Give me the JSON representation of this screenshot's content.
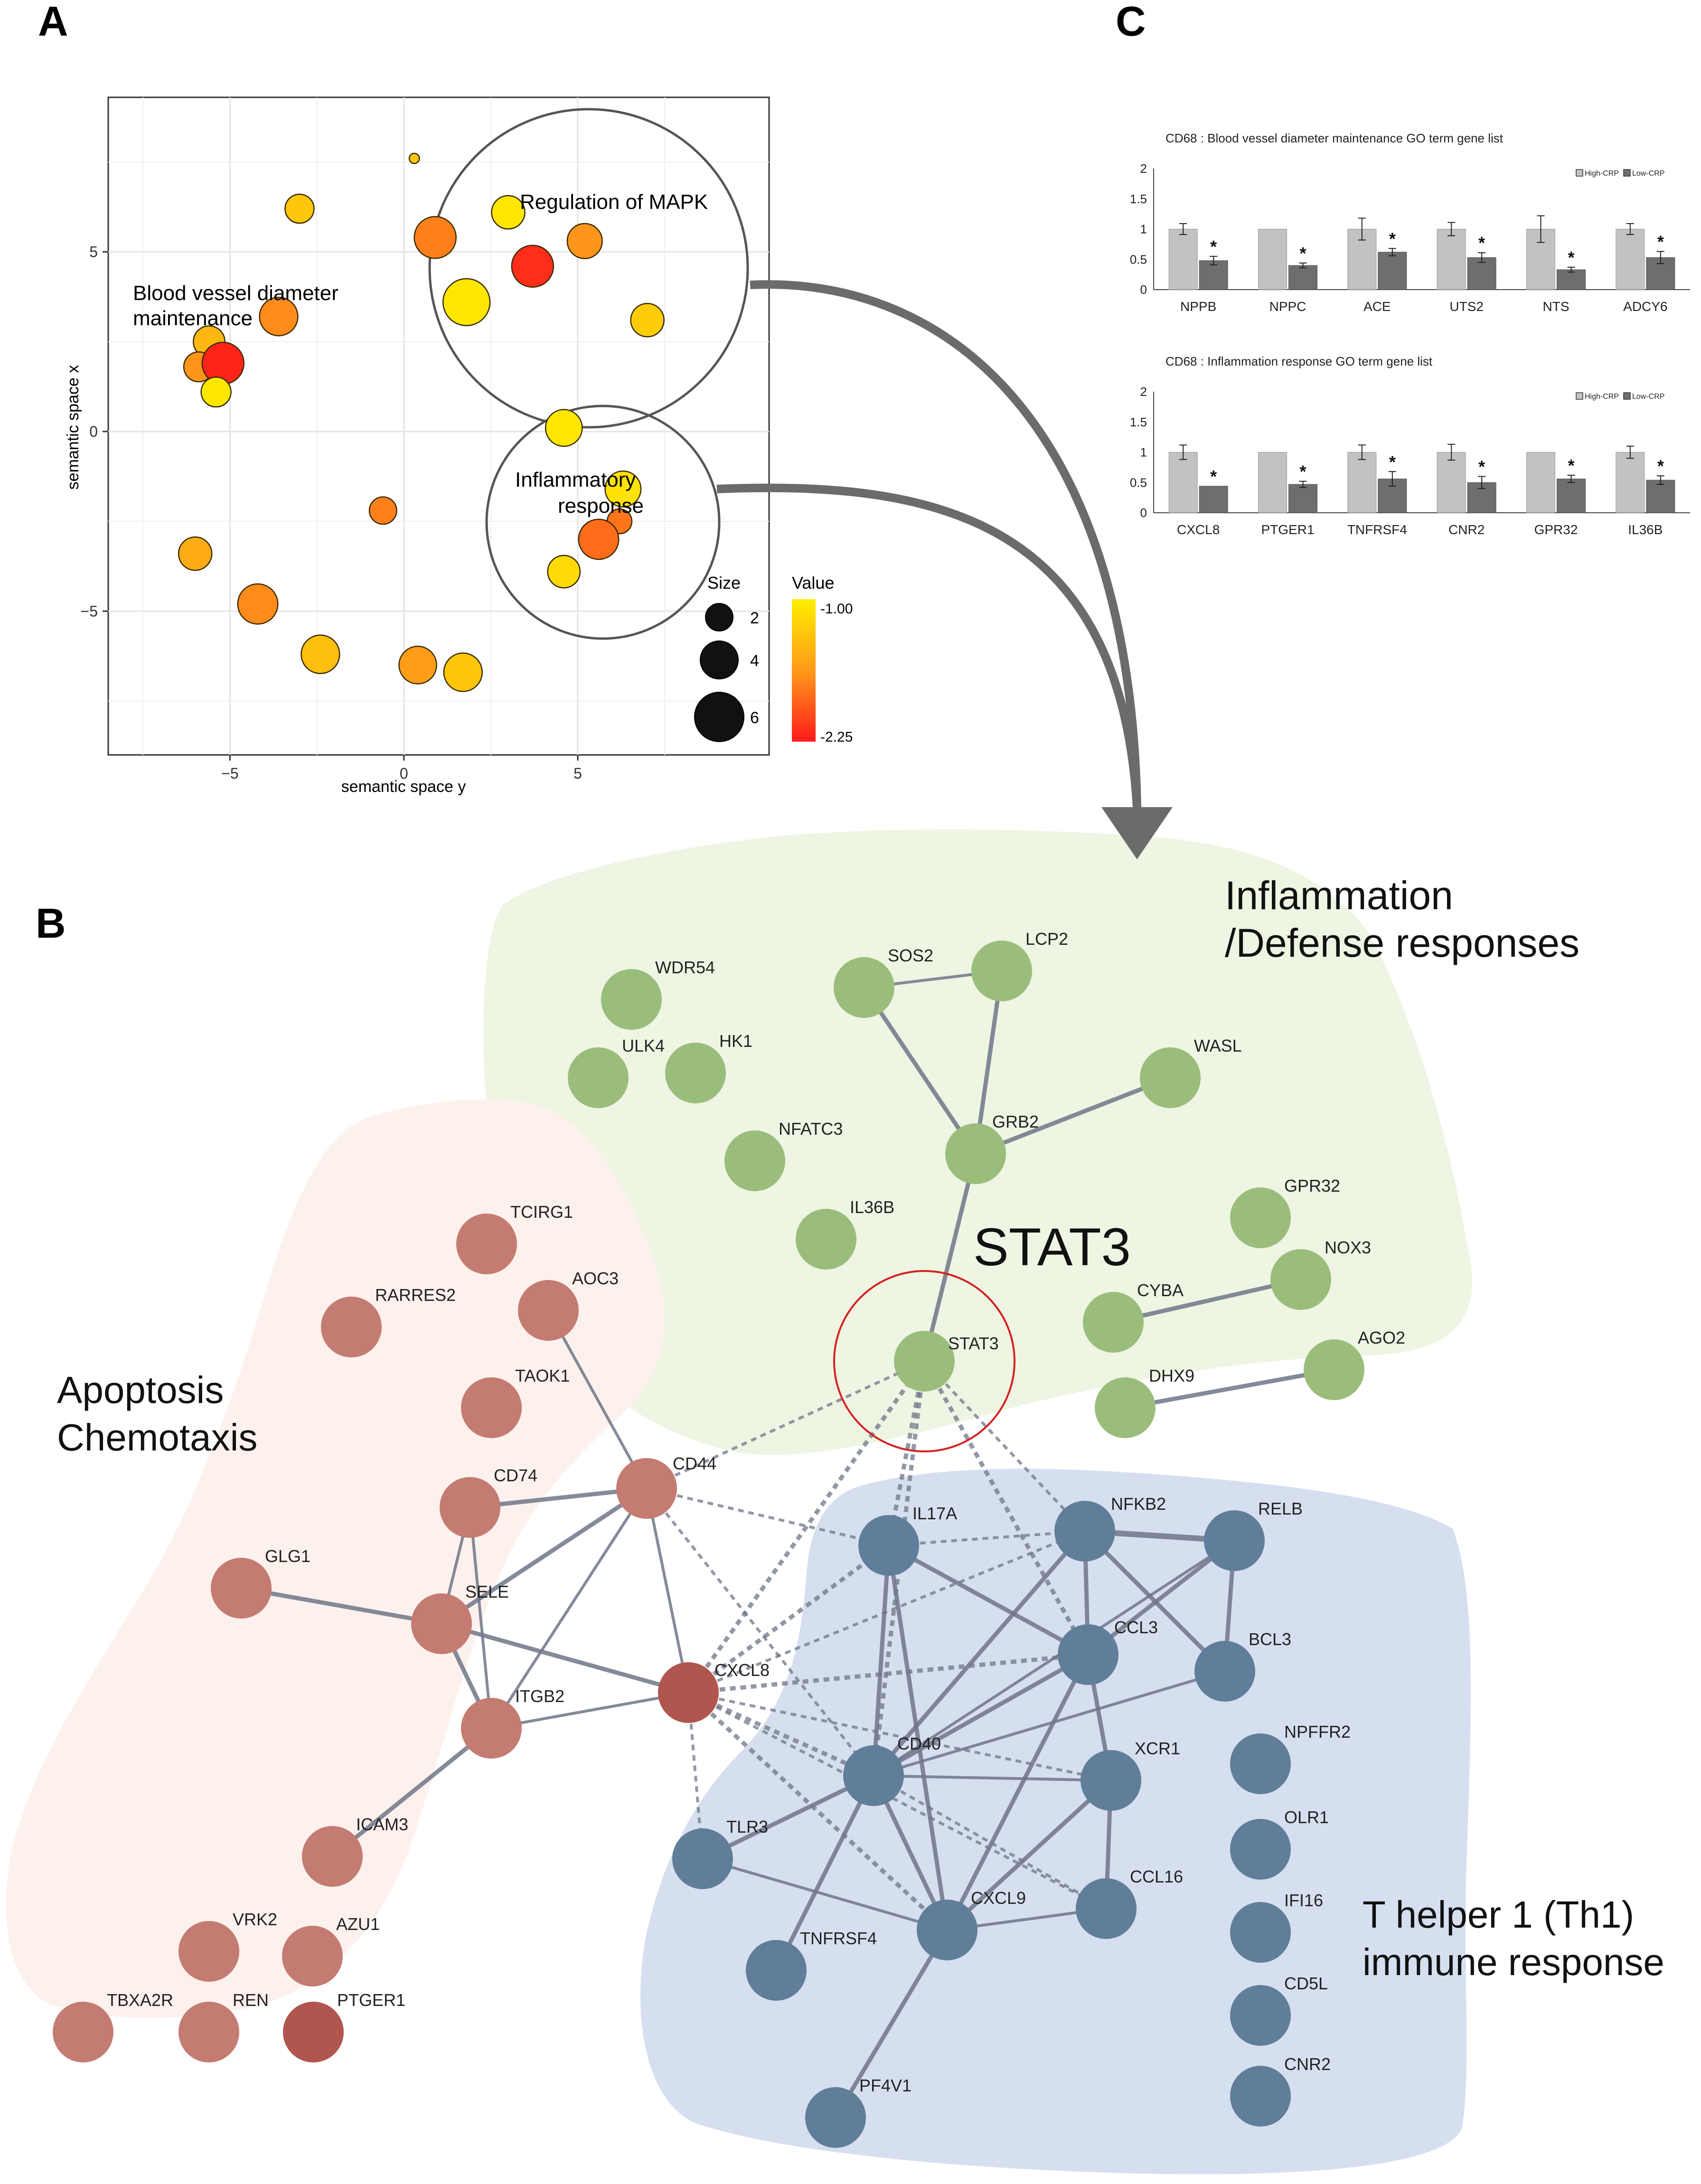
{
  "panels": {
    "a": {
      "label": "A"
    },
    "b": {
      "label": "B"
    },
    "c": {
      "label": "C"
    }
  },
  "bubble_plot": {
    "xlabel": "semantic space y",
    "ylabel": "semantic space x",
    "x_ticks": [
      "−5",
      "0",
      "5"
    ],
    "y_ticks": [
      "5",
      "0",
      "−5"
    ],
    "clusters": {
      "mapk": "Regulation of MAPK",
      "blood_line1": "Blood vessel diameter",
      "blood_line2": "maintenance",
      "inflam_line1": "Inflammatory",
      "inflam_line2": "response"
    },
    "size_legend": {
      "title": "Size",
      "labels": [
        "2",
        "4",
        "6"
      ]
    },
    "value_legend": {
      "title": "Value",
      "max_label": "-1.00",
      "min_label": "-2.25"
    },
    "colors": {
      "high": "#ffee00",
      "mid": "#ff9a1a",
      "low": "#ff1a1a"
    }
  },
  "chart_data": [
    {
      "type": "scatter",
      "xlabel": "semantic space y",
      "ylabel": "semantic space x",
      "xlim": [
        -8.5,
        10.5
      ],
      "ylim": [
        -9,
        9.3
      ],
      "size_range": [
        2,
        6
      ],
      "value_range": [
        -2.25,
        -1.0
      ],
      "points": [
        {
          "x": 0.3,
          "y": 7.6,
          "size": 0.3,
          "value": -1.3
        },
        {
          "x": -3.0,
          "y": 6.2,
          "size": 2.5,
          "value": -1.3
        },
        {
          "x": 3.0,
          "y": 6.1,
          "size": 3.0,
          "value": -1.05
        },
        {
          "x": 0.9,
          "y": 5.4,
          "size": 4.0,
          "value": -1.75
        },
        {
          "x": 5.2,
          "y": 5.3,
          "size": 3.2,
          "value": -1.65
        },
        {
          "x": 3.7,
          "y": 4.6,
          "size": 4.0,
          "value": -2.15
        },
        {
          "x": 1.8,
          "y": 3.6,
          "size": 4.6,
          "value": -1.05
        },
        {
          "x": 7.0,
          "y": 3.1,
          "size": 3.0,
          "value": -1.25
        },
        {
          "x": -3.6,
          "y": 3.2,
          "size": 3.6,
          "value": -1.7
        },
        {
          "x": -5.6,
          "y": 2.5,
          "size": 2.8,
          "value": -1.4
        },
        {
          "x": -5.9,
          "y": 1.8,
          "size": 2.6,
          "value": -1.65
        },
        {
          "x": -5.2,
          "y": 1.9,
          "size": 4.0,
          "value": -2.2
        },
        {
          "x": -5.4,
          "y": 1.1,
          "size": 2.6,
          "value": -1.05
        },
        {
          "x": 4.6,
          "y": 0.1,
          "size": 3.4,
          "value": -1.05
        },
        {
          "x": 6.3,
          "y": -1.6,
          "size": 3.3,
          "value": -1.1
        },
        {
          "x": -0.6,
          "y": -2.2,
          "size": 2.3,
          "value": -1.75
        },
        {
          "x": 6.2,
          "y": -2.5,
          "size": 2.0,
          "value": -1.8
        },
        {
          "x": 5.6,
          "y": -3.0,
          "size": 3.8,
          "value": -1.85
        },
        {
          "x": 4.6,
          "y": -3.9,
          "size": 2.9,
          "value": -1.15
        },
        {
          "x": -6.0,
          "y": -3.4,
          "size": 3.0,
          "value": -1.5
        },
        {
          "x": -4.2,
          "y": -4.8,
          "size": 3.8,
          "value": -1.7
        },
        {
          "x": -2.4,
          "y": -6.2,
          "size": 3.6,
          "value": -1.35
        },
        {
          "x": 0.4,
          "y": -6.5,
          "size": 3.5,
          "value": -1.6
        },
        {
          "x": 1.7,
          "y": -6.7,
          "size": 3.6,
          "value": -1.3
        }
      ]
    },
    {
      "type": "bar",
      "title": "CD68 : Blood vessel diameter maintenance GO term gene list",
      "categories": [
        "NPPB",
        "NPPC",
        "ACE",
        "UTS2",
        "NTS",
        "ADCY6"
      ],
      "ylim": [
        0,
        2
      ],
      "y_ticks": [
        "0",
        "0.5",
        "1",
        "1.5",
        "2"
      ],
      "series": [
        {
          "name": "High-CRP",
          "values": [
            1.0,
            1.0,
            1.0,
            1.0,
            1.0,
            1.0
          ],
          "errors": [
            0.09,
            0.0,
            0.18,
            0.11,
            0.22,
            0.09
          ]
        },
        {
          "name": "Low-CRP",
          "values": [
            0.48,
            0.4,
            0.62,
            0.53,
            0.33,
            0.53
          ],
          "errors": [
            0.07,
            0.04,
            0.06,
            0.08,
            0.04,
            0.1
          ]
        }
      ],
      "significance": [
        "*",
        "*",
        "*",
        "*",
        "*",
        "*"
      ]
    },
    {
      "type": "bar",
      "title": "CD68 : Inflammation response GO term gene list",
      "categories": [
        "CXCL8",
        "PTGER1",
        "TNFRSF4",
        "CNR2",
        "GPR32",
        "IL36B"
      ],
      "ylim": [
        0,
        2
      ],
      "y_ticks": [
        "0",
        "0.5",
        "1",
        "1.5",
        "2"
      ],
      "series": [
        {
          "name": "High-CRP",
          "values": [
            1.0,
            1.0,
            1.0,
            1.0,
            1.0,
            1.0
          ],
          "errors": [
            0.12,
            0.0,
            0.12,
            0.13,
            0.0,
            0.1
          ]
        },
        {
          "name": "Low-CRP",
          "values": [
            0.44,
            0.47,
            0.56,
            0.5,
            0.56,
            0.54
          ],
          "errors": [
            0.0,
            0.05,
            0.12,
            0.1,
            0.06,
            0.07
          ]
        }
      ],
      "significance": [
        "*",
        "*",
        "*",
        "*",
        "*",
        "*"
      ]
    }
  ],
  "network": {
    "region_titles": {
      "inflammation_line1": "Inflammation",
      "inflammation_line2": "/Defense responses",
      "apoptosis_line1": "Apoptosis",
      "apoptosis_line2": "Chemotaxis",
      "th1_line1": "T helper 1 (Th1)",
      "th1_line2": "immune response",
      "hub": "STAT3"
    },
    "colors": {
      "green": "#9bbd7c",
      "red": "#c47b72",
      "red_dark": "#b0564f",
      "blue": "#607e99",
      "green_bg": "#eef5e3",
      "red_bg": "#fcf1ec",
      "blue_bg": "#d6dfef",
      "edge": "#6e7588",
      "hub_ring": "#d42020"
    },
    "nodes": [
      {
        "id": "WDR54",
        "group": "green"
      },
      {
        "id": "ULK4",
        "group": "green"
      },
      {
        "id": "HK1",
        "group": "green"
      },
      {
        "id": "SOS2",
        "group": "green"
      },
      {
        "id": "LCP2",
        "group": "green"
      },
      {
        "id": "WASL",
        "group": "green"
      },
      {
        "id": "NFATC3",
        "group": "green"
      },
      {
        "id": "GRB2",
        "group": "green"
      },
      {
        "id": "IL36B",
        "group": "green"
      },
      {
        "id": "GPR32",
        "group": "green"
      },
      {
        "id": "NOX3",
        "group": "green"
      },
      {
        "id": "CYBA",
        "group": "green"
      },
      {
        "id": "STAT3",
        "group": "green"
      },
      {
        "id": "AGO2",
        "group": "green"
      },
      {
        "id": "DHX9",
        "group": "green"
      },
      {
        "id": "TCIRG1",
        "group": "red"
      },
      {
        "id": "RARRES2",
        "group": "red"
      },
      {
        "id": "AOC3",
        "group": "red"
      },
      {
        "id": "TAOK1",
        "group": "red"
      },
      {
        "id": "CD74",
        "group": "red"
      },
      {
        "id": "CD44",
        "group": "red"
      },
      {
        "id": "GLG1",
        "group": "red"
      },
      {
        "id": "SELE",
        "group": "red"
      },
      {
        "id": "ITGB2",
        "group": "red"
      },
      {
        "id": "CXCL8",
        "group": "red_dark"
      },
      {
        "id": "ICAM3",
        "group": "red"
      },
      {
        "id": "VRK2",
        "group": "red"
      },
      {
        "id": "AZU1",
        "group": "red"
      },
      {
        "id": "TBXA2R",
        "group": "red"
      },
      {
        "id": "REN",
        "group": "red"
      },
      {
        "id": "PTGER1",
        "group": "red_dark"
      },
      {
        "id": "IL17A",
        "group": "blue"
      },
      {
        "id": "NFKB2",
        "group": "blue"
      },
      {
        "id": "RELB",
        "group": "blue"
      },
      {
        "id": "CCL3",
        "group": "blue"
      },
      {
        "id": "BCL3",
        "group": "blue"
      },
      {
        "id": "CD40",
        "group": "blue"
      },
      {
        "id": "XCR1",
        "group": "blue"
      },
      {
        "id": "TLR3",
        "group": "blue"
      },
      {
        "id": "CCL16",
        "group": "blue"
      },
      {
        "id": "CXCL9",
        "group": "blue"
      },
      {
        "id": "TNFRSF4",
        "group": "blue"
      },
      {
        "id": "PF4V1",
        "group": "blue"
      },
      {
        "id": "NPFFR2",
        "group": "blue"
      },
      {
        "id": "OLR1",
        "group": "blue"
      },
      {
        "id": "IFI16",
        "group": "blue"
      },
      {
        "id": "CD5L",
        "group": "blue"
      },
      {
        "id": "CNR2",
        "group": "blue"
      }
    ],
    "edges": [
      {
        "s": "SOS2",
        "t": "LCP2",
        "w": 2,
        "dash": false
      },
      {
        "s": "SOS2",
        "t": "GRB2",
        "w": 3,
        "dash": false
      },
      {
        "s": "LCP2",
        "t": "GRB2",
        "w": 3,
        "dash": false
      },
      {
        "s": "WASL",
        "t": "GRB2",
        "w": 3,
        "dash": false
      },
      {
        "s": "GRB2",
        "t": "STAT3",
        "w": 3,
        "dash": false
      },
      {
        "s": "NOX3",
        "t": "CYBA",
        "w": 3,
        "dash": false
      },
      {
        "s": "AGO2",
        "t": "DHX9",
        "w": 3,
        "dash": false
      },
      {
        "s": "AOC3",
        "t": "CD44",
        "w": 2,
        "dash": false
      },
      {
        "s": "CD74",
        "t": "CD44",
        "w": 3,
        "dash": false
      },
      {
        "s": "CD74",
        "t": "SELE",
        "w": 2,
        "dash": false
      },
      {
        "s": "CD74",
        "t": "ITGB2",
        "w": 2,
        "dash": false
      },
      {
        "s": "CD44",
        "t": "SELE",
        "w": 3,
        "dash": false
      },
      {
        "s": "CD44",
        "t": "ITGB2",
        "w": 2,
        "dash": false
      },
      {
        "s": "CD44",
        "t": "CXCL8",
        "w": 2,
        "dash": false
      },
      {
        "s": "GLG1",
        "t": "SELE",
        "w": 3,
        "dash": false
      },
      {
        "s": "SELE",
        "t": "ITGB2",
        "w": 3,
        "dash": false
      },
      {
        "s": "SELE",
        "t": "CXCL8",
        "w": 3,
        "dash": false
      },
      {
        "s": "ITGB2",
        "t": "CXCL8",
        "w": 2,
        "dash": false
      },
      {
        "s": "ITGB2",
        "t": "ICAM3",
        "w": 3,
        "dash": false
      },
      {
        "s": "CD44",
        "t": "STAT3",
        "w": 2,
        "dash": true
      },
      {
        "s": "CD44",
        "t": "IL17A",
        "w": 2,
        "dash": true
      },
      {
        "s": "CD44",
        "t": "CD40",
        "w": 2,
        "dash": true
      },
      {
        "s": "CXCL8",
        "t": "STAT3",
        "w": 3,
        "dash": true
      },
      {
        "s": "CXCL8",
        "t": "IL17A",
        "w": 3,
        "dash": true
      },
      {
        "s": "CXCL8",
        "t": "NFKB2",
        "w": 2,
        "dash": true
      },
      {
        "s": "CXCL8",
        "t": "CCL3",
        "w": 3,
        "dash": true
      },
      {
        "s": "CXCL8",
        "t": "CD40",
        "w": 3,
        "dash": true
      },
      {
        "s": "CXCL8",
        "t": "XCR1",
        "w": 2,
        "dash": true
      },
      {
        "s": "CXCL8",
        "t": "CXCL9",
        "w": 3,
        "dash": true
      },
      {
        "s": "CXCL8",
        "t": "TLR3",
        "w": 2,
        "dash": true
      },
      {
        "s": "CXCL8",
        "t": "CCL16",
        "w": 2,
        "dash": true
      },
      {
        "s": "STAT3",
        "t": "IL17A",
        "w": 3,
        "dash": true
      },
      {
        "s": "STAT3",
        "t": "CCL3",
        "w": 3,
        "dash": true
      },
      {
        "s": "STAT3",
        "t": "CD40",
        "w": 3,
        "dash": true
      },
      {
        "s": "STAT3",
        "t": "NFKB2",
        "w": 2,
        "dash": true
      },
      {
        "s": "IL17A",
        "t": "CCL3",
        "w": 3,
        "dash": false
      },
      {
        "s": "IL17A",
        "t": "CD40",
        "w": 3,
        "dash": false
      },
      {
        "s": "IL17A",
        "t": "CXCL9",
        "w": 3,
        "dash": false
      },
      {
        "s": "IL17A",
        "t": "NFKB2",
        "w": 2,
        "dash": true
      },
      {
        "s": "NFKB2",
        "t": "RELB",
        "w": 4,
        "dash": false
      },
      {
        "s": "NFKB2",
        "t": "BCL3",
        "w": 3,
        "dash": false
      },
      {
        "s": "NFKB2",
        "t": "CCL3",
        "w": 3,
        "dash": false
      },
      {
        "s": "NFKB2",
        "t": "CD40",
        "w": 3,
        "dash": false
      },
      {
        "s": "RELB",
        "t": "BCL3",
        "w": 3,
        "dash": false
      },
      {
        "s": "RELB",
        "t": "CCL3",
        "w": 3,
        "dash": false
      },
      {
        "s": "RELB",
        "t": "CD40",
        "w": 2,
        "dash": false
      },
      {
        "s": "BCL3",
        "t": "CD40",
        "w": 2,
        "dash": false
      },
      {
        "s": "CCL3",
        "t": "CD40",
        "w": 3,
        "dash": false
      },
      {
        "s": "CCL3",
        "t": "XCR1",
        "w": 3,
        "dash": false
      },
      {
        "s": "CCL3",
        "t": "CXCL9",
        "w": 3,
        "dash": false
      },
      {
        "s": "CD40",
        "t": "XCR1",
        "w": 2,
        "dash": false
      },
      {
        "s": "CD40",
        "t": "TLR3",
        "w": 3,
        "dash": false
      },
      {
        "s": "CD40",
        "t": "CXCL9",
        "w": 3,
        "dash": false
      },
      {
        "s": "CD40",
        "t": "TNFRSF4",
        "w": 3,
        "dash": false
      },
      {
        "s": "CD40",
        "t": "CCL16",
        "w": 2,
        "dash": true
      },
      {
        "s": "XCR1",
        "t": "CCL16",
        "w": 3,
        "dash": false
      },
      {
        "s": "XCR1",
        "t": "CXCL9",
        "w": 3,
        "dash": false
      },
      {
        "s": "CXCL9",
        "t": "CCL16",
        "w": 2,
        "dash": false
      },
      {
        "s": "CXCL9",
        "t": "PF4V1",
        "w": 3,
        "dash": false
      },
      {
        "s": "CXCL9",
        "t": "TLR3",
        "w": 2,
        "dash": false
      }
    ]
  }
}
